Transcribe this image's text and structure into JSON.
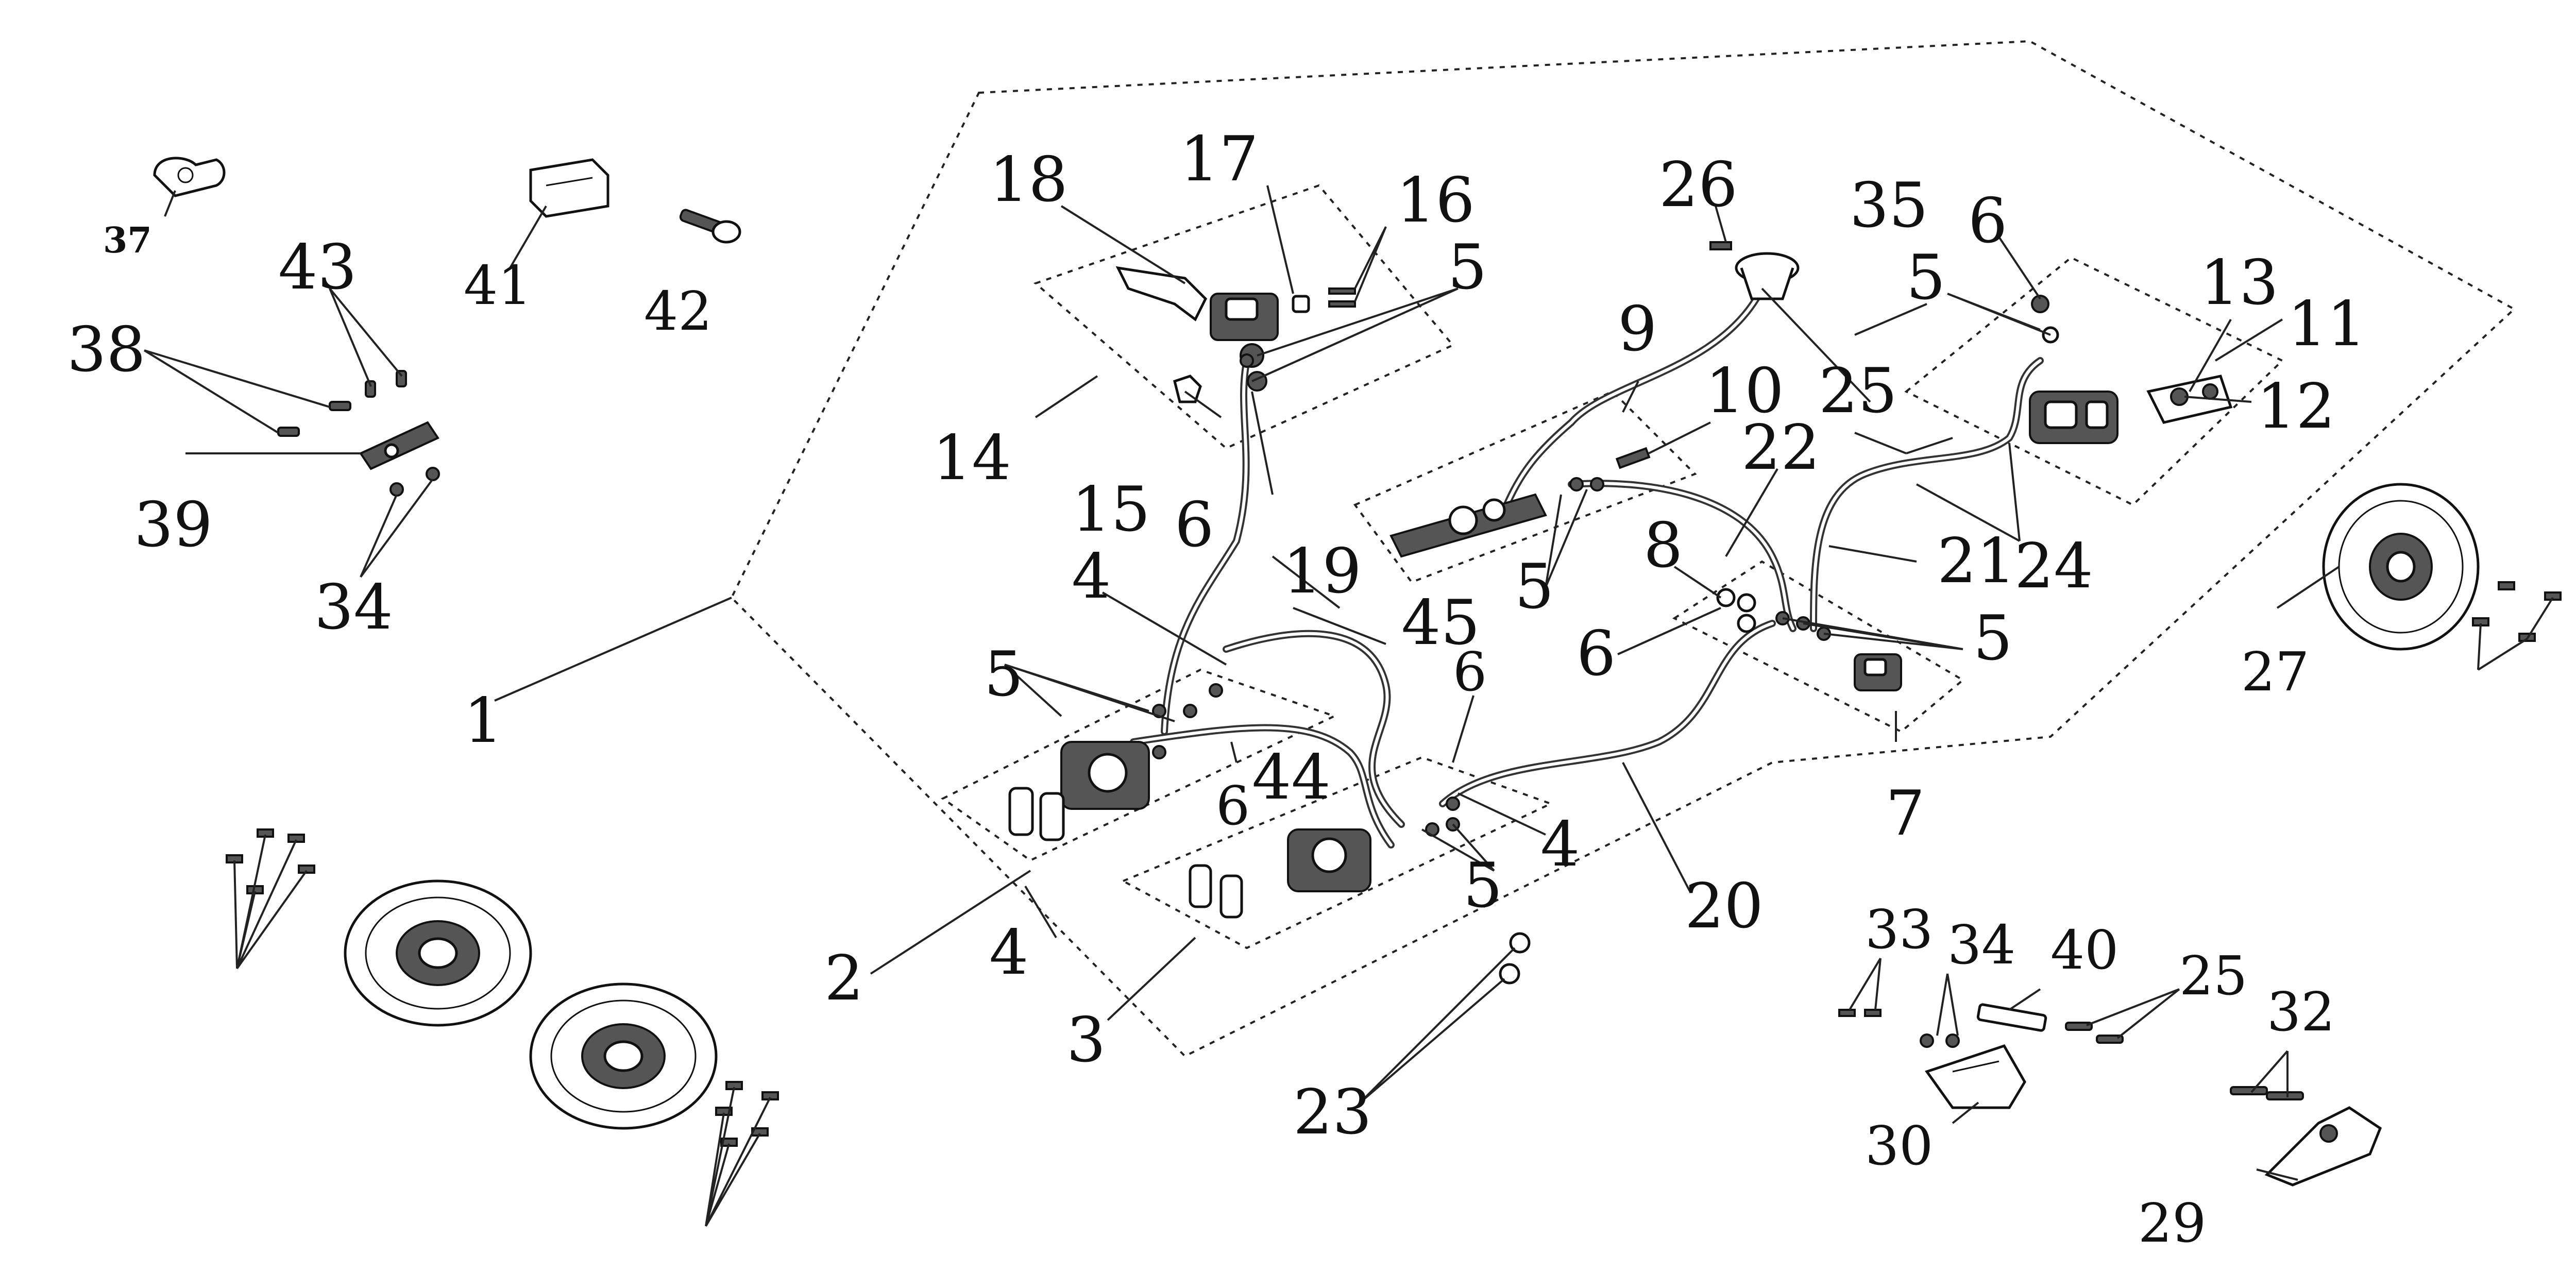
{
  "callouts": {
    "c1": "1",
    "c2": "2",
    "c3": "3",
    "c4a": "4",
    "c4b": "4",
    "c4c": "4",
    "c5a": "5",
    "c5b": "5",
    "c5c": "5",
    "c5d": "5",
    "c5e": "5",
    "c5f": "5",
    "c6a": "6",
    "c6b": "6",
    "c6c": "6",
    "c6d": "6",
    "c6e": "6",
    "c7": "7",
    "c8": "8",
    "c9": "9",
    "c10": "10",
    "c11": "11",
    "c12": "12",
    "c13": "13",
    "c14": "14",
    "c15": "15",
    "c16": "16",
    "c17": "17",
    "c18": "18",
    "c19": "19",
    "c20": "20",
    "c21": "21",
    "c22": "22",
    "c23": "23",
    "c24": "24",
    "c25a": "25",
    "c25b": "25",
    "c26": "26",
    "c27": "27",
    "c29": "29",
    "c30": "30",
    "c32": "32",
    "c33": "33",
    "c34a": "34",
    "c34b": "34",
    "c35": "35",
    "c37": "37",
    "c38": "38",
    "c39": "39",
    "c40": "40",
    "c41": "41",
    "c42": "42",
    "c43": "43",
    "c44": "44",
    "c45": "45"
  }
}
